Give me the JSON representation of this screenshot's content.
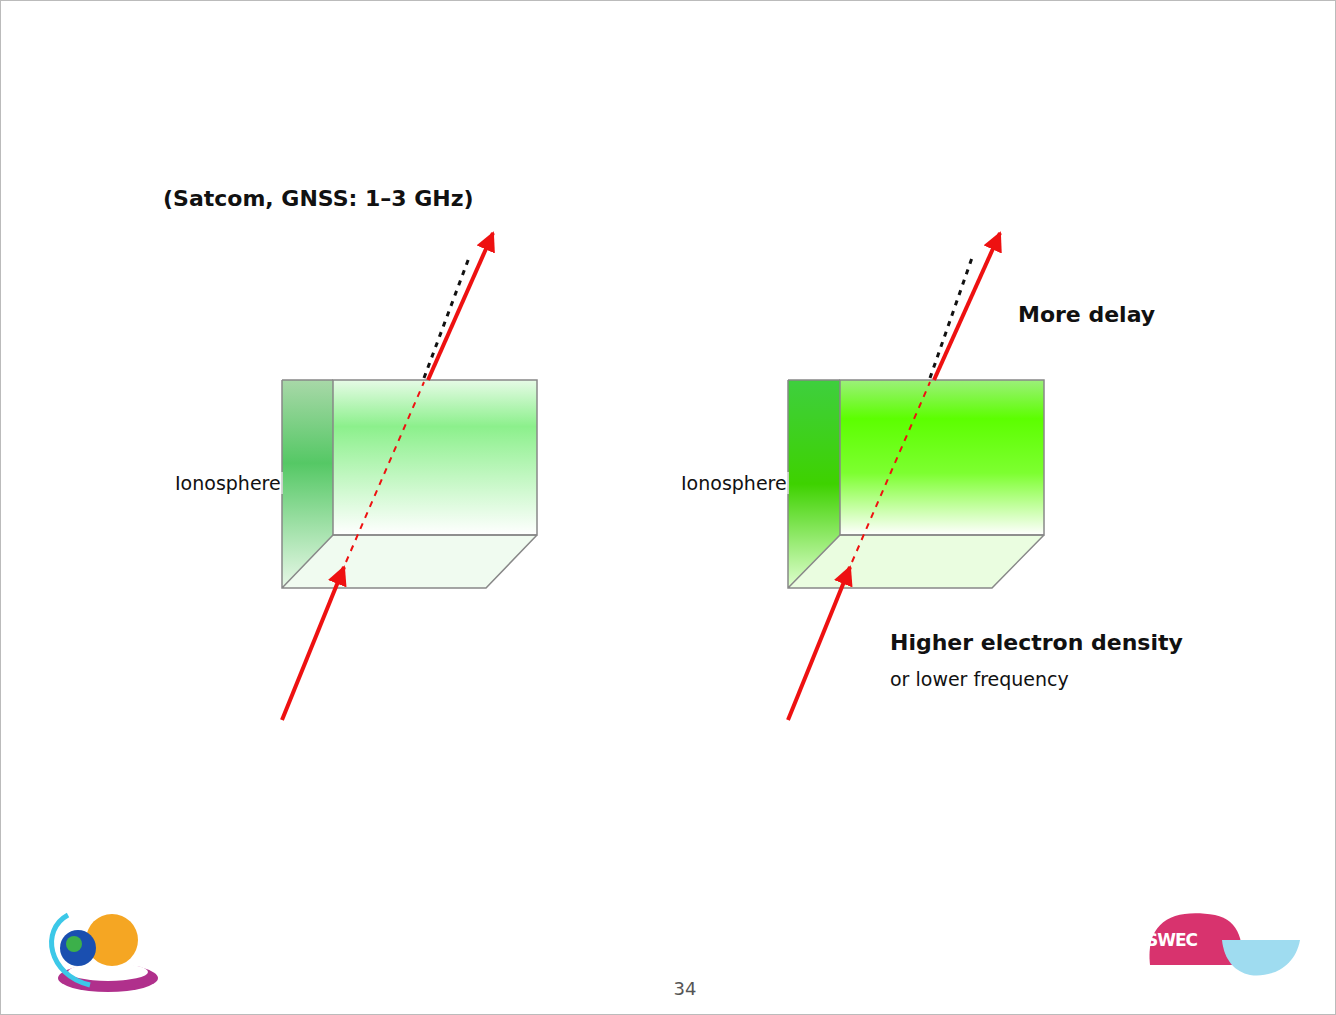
{
  "diagram": {
    "nodes": [
      {
        "text": [
          "Ionosphere"
        ]
      },
      {
        "text": [
          "Ionosphere"
        ]
      }
    ],
    "labels": [
      "(Satcom, GNSS: 1–3 GHz)",
      "More delay",
      "Higher electron density",
      "or lower frequency",
      "34",
      "SWEC"
    ]
  }
}
